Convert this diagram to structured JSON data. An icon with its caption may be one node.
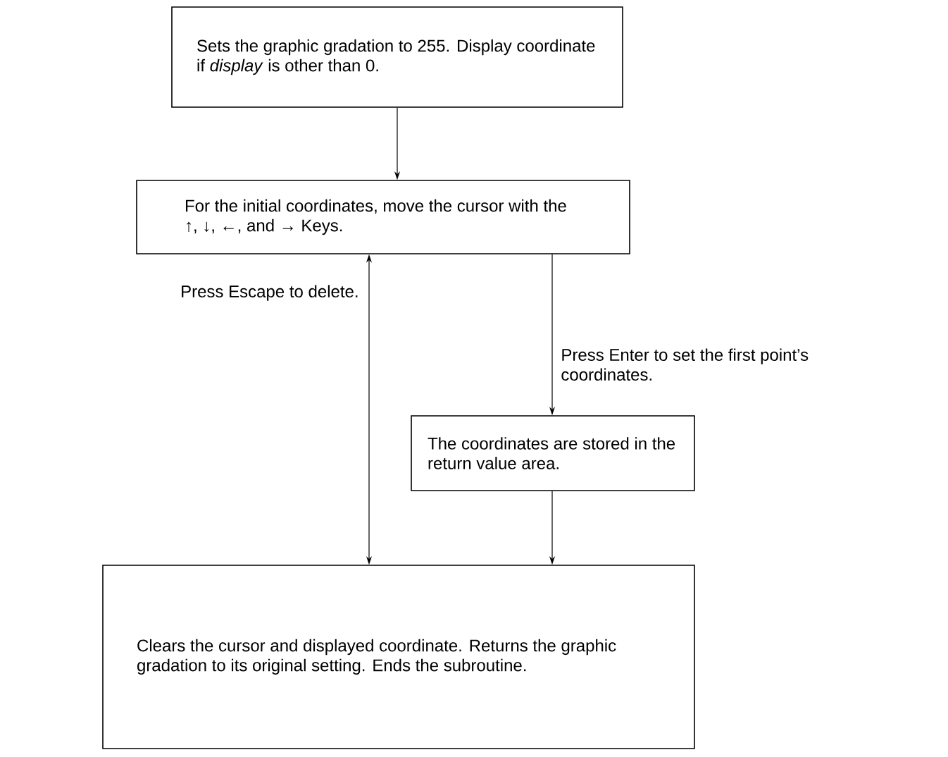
{
  "diagram": {
    "nodes": [
      {
        "text": [
          "Sets the graphic gradation to 255. Display coordinate if *display* is other than 0."
        ]
      },
      {
        "text": [
          "For the initial coordinates, move the cursor with the ↑, ↓, ←, and → Keys."
        ]
      },
      {
        "text": [
          "The coordinates are stored in the return value area."
        ]
      },
      {
        "text": [
          "Clears the cursor and displayed coordinate. Returns the graphic gradation to its original setting. Ends the subroutine."
        ]
      }
    ],
    "edges": [
      {
        "from": 0,
        "to": 1,
        "arrow": "to"
      },
      {
        "from": 1,
        "to": 3,
        "arrow": "both",
        "label": "Press Escape to delete."
      },
      {
        "from": 1,
        "to": 2,
        "arrow": "to",
        "label": "Press Enter to set the first point’s coordinates."
      },
      {
        "from": 2,
        "to": 3,
        "arrow": "to"
      }
    ]
  }
}
